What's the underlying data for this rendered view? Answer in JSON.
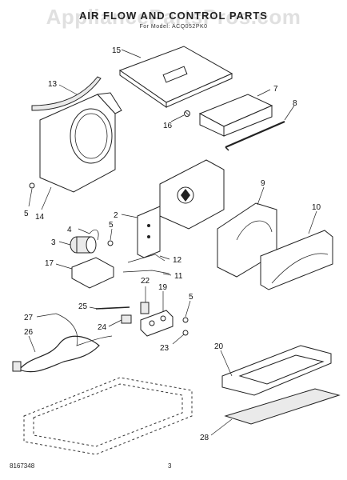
{
  "header": {
    "title": "AIR FLOW AND CONTROL PARTS",
    "subtitle": "For Model: ACQ052PK0",
    "watermark": "AppliancePartsPros.com"
  },
  "footer": {
    "doc_number": "8167348",
    "page_number": "3"
  },
  "callouts": [
    {
      "id": "c15",
      "label": "15"
    },
    {
      "id": "c7",
      "label": "7"
    },
    {
      "id": "c8",
      "label": "8"
    },
    {
      "id": "c16",
      "label": "16"
    },
    {
      "id": "c13",
      "label": "13"
    },
    {
      "id": "c5a",
      "label": "5"
    },
    {
      "id": "c14",
      "label": "14"
    },
    {
      "id": "c2",
      "label": "2"
    },
    {
      "id": "c9",
      "label": "9"
    },
    {
      "id": "c10",
      "label": "10"
    },
    {
      "id": "c4",
      "label": "4"
    },
    {
      "id": "c5b",
      "label": "5"
    },
    {
      "id": "c3",
      "label": "3"
    },
    {
      "id": "c17",
      "label": "17"
    },
    {
      "id": "c12",
      "label": "12"
    },
    {
      "id": "c11",
      "label": "11"
    },
    {
      "id": "c22",
      "label": "22"
    },
    {
      "id": "c19",
      "label": "19"
    },
    {
      "id": "c25",
      "label": "25"
    },
    {
      "id": "c5c",
      "label": "5"
    },
    {
      "id": "c27",
      "label": "27"
    },
    {
      "id": "c24",
      "label": "24"
    },
    {
      "id": "c26",
      "label": "26"
    },
    {
      "id": "c23",
      "label": "23"
    },
    {
      "id": "c20",
      "label": "20"
    },
    {
      "id": "c28",
      "label": "28"
    }
  ]
}
